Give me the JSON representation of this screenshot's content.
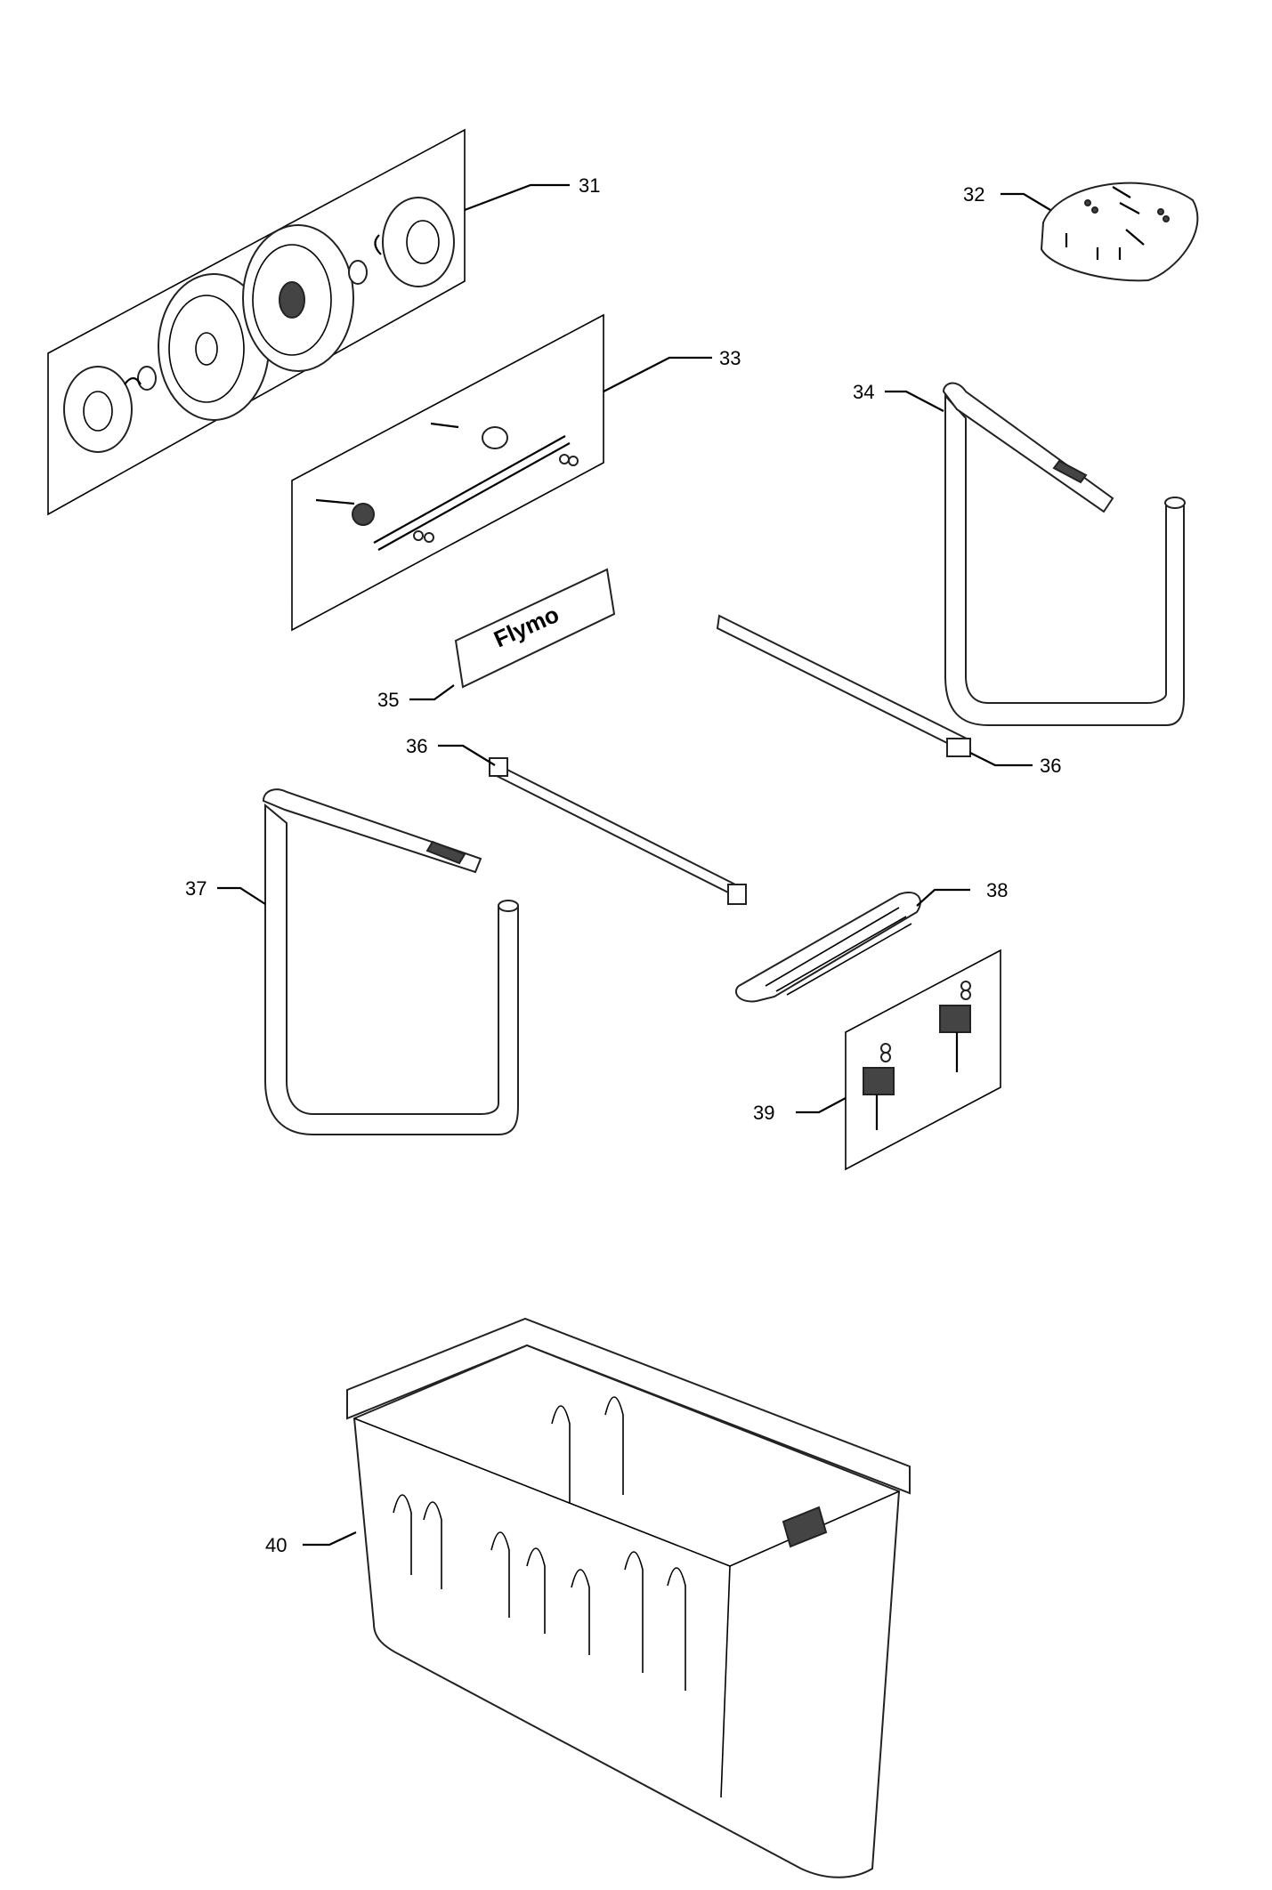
{
  "callouts": {
    "p31": "31",
    "p32": "32",
    "p33": "33",
    "p34": "34",
    "p35": "35",
    "p36a": "36",
    "p36b": "36",
    "p37": "37",
    "p38": "38",
    "p39": "39",
    "p40": "40"
  },
  "colors": {
    "line": "#000000",
    "background": "#ffffff"
  }
}
